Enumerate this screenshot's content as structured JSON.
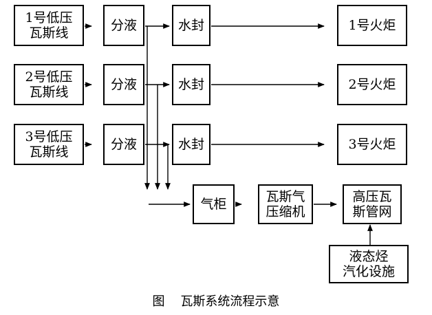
{
  "sources": [
    {
      "line1": "1号低压",
      "line2": "瓦斯线"
    },
    {
      "line1": "2号低压",
      "line2": "瓦斯线"
    },
    {
      "line1": "3号低压",
      "line2": "瓦斯线"
    }
  ],
  "separator_label": "分液",
  "water_seal_label": "水封",
  "flares": [
    "1号火炬",
    "2号火炬",
    "3号火炬"
  ],
  "gas_holder_label": "气柜",
  "compressor": {
    "line1": "瓦斯气",
    "line2": "压缩机"
  },
  "gas_network": {
    "line1": "高压瓦",
    "line2": "斯管网"
  },
  "lpg_facility": {
    "line1": "液态烃",
    "line2": "汽化设施"
  },
  "caption": "图    瓦斯系统流程示意"
}
